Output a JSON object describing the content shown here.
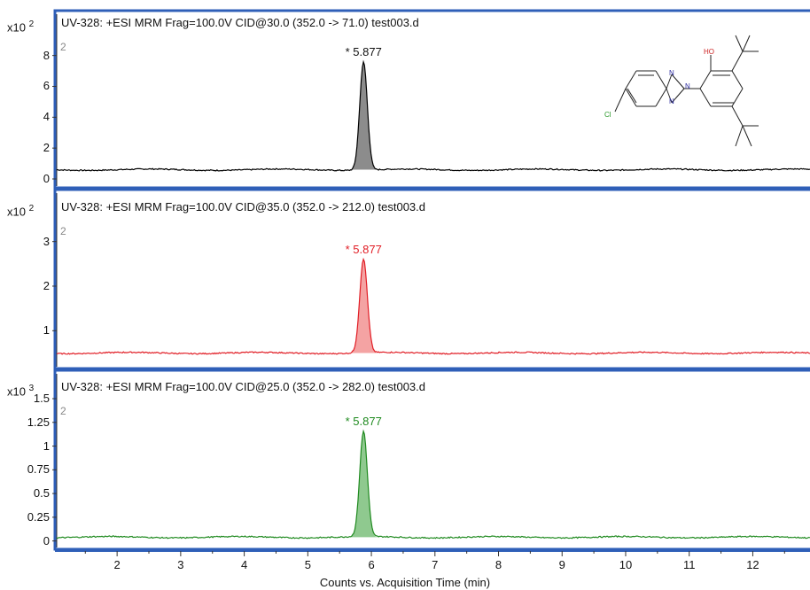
{
  "chart_data": [
    {
      "type": "line",
      "title": "UV-328: +ESI MRM Frag=100.0V CID@30.0 (352.0 -> 71.0) test003.d",
      "multiplier_base": "x10",
      "multiplier_exp": "2",
      "corner_label": "2",
      "color": "#000000",
      "fill": "#8c8c8c",
      "ylim": [
        0,
        9.3
      ],
      "yticks": [
        0,
        2,
        4,
        6,
        8
      ],
      "ytick_labels": [
        "0",
        "2",
        "4",
        "6",
        "8"
      ],
      "baseline": 0.6,
      "peak": {
        "rt": 5.877,
        "height": 7.6,
        "label": "5.877",
        "marker": "*"
      }
    },
    {
      "type": "line",
      "title": "UV-328: +ESI MRM Frag=100.0V CID@35.0 (352.0 -> 212.0) test003.d",
      "multiplier_base": "x10",
      "multiplier_exp": "2",
      "corner_label": "2",
      "color": "#e11d25",
      "fill": "#f4a3a3",
      "ylim": [
        0.35,
        3.55
      ],
      "yticks": [
        1,
        2,
        3
      ],
      "ytick_labels": [
        "1",
        "2",
        "3"
      ],
      "baseline": 0.5,
      "peak": {
        "rt": 5.877,
        "height": 2.6,
        "label": "5.877",
        "marker": "*"
      }
    },
    {
      "type": "line",
      "title": "UV-328: +ESI MRM Frag=100.0V CID@25.0 (352.0 -> 282.0) test003.d",
      "multiplier_base": "x10",
      "multiplier_exp": "3",
      "corner_label": "2",
      "color": "#1f8a1f",
      "fill": "#8fc98f",
      "ylim": [
        -0.05,
        1.5
      ],
      "yticks": [
        0,
        0.25,
        0.5,
        0.75,
        1,
        1.25,
        1.5
      ],
      "ytick_labels": [
        "0",
        "0.25",
        "0.5",
        "0.75",
        "1",
        "1.25",
        "1.5"
      ],
      "baseline": 0.04,
      "peak": {
        "rt": 5.877,
        "height": 1.15,
        "label": "5.877",
        "marker": "*"
      }
    }
  ],
  "x_axis": {
    "label": "Counts vs. Acquisition Time (min)",
    "xlim": [
      1.05,
      12.9
    ],
    "ticks": [
      2,
      3,
      4,
      5,
      6,
      7,
      8,
      9,
      10,
      11,
      12
    ],
    "tick_labels": [
      "2",
      "3",
      "4",
      "5",
      "6",
      "7",
      "8",
      "9",
      "10",
      "11",
      "12"
    ]
  },
  "molecule": {
    "labels": {
      "n1": "N",
      "n2": "N",
      "n3": "N",
      "oh": "HO",
      "cl": "Cl"
    },
    "colors": {
      "nitrogen": "#2a2aa0",
      "oxygen": "#cc2222",
      "chlorine": "#2a9a2a",
      "bond": "#222222"
    }
  }
}
